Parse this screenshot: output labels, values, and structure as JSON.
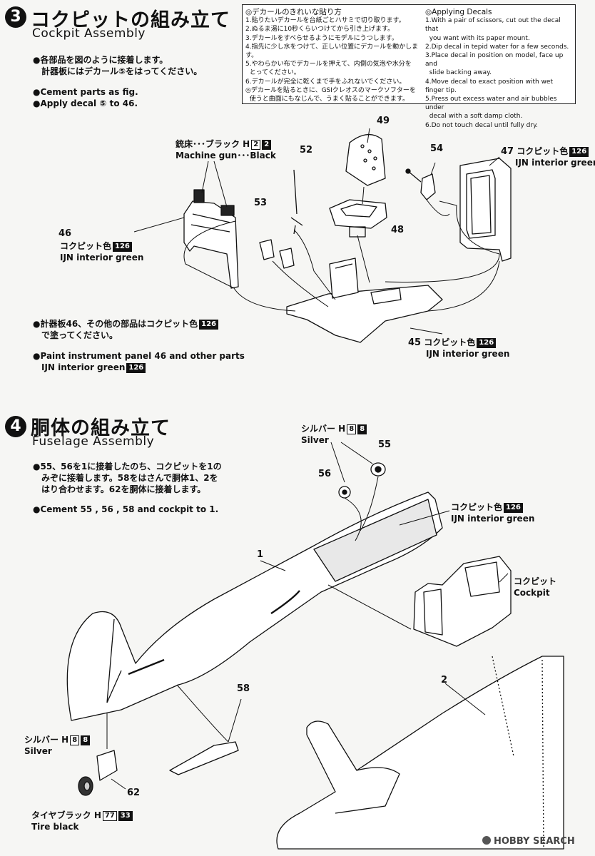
{
  "step3": {
    "number": "3",
    "title_jp": "コクピットの組み立て",
    "title_en": "Cockpit Assembly",
    "inst_jp_1": "●各部品を図のように接着します。",
    "inst_jp_2": "計器板にはデカール⑤をはってください。",
    "inst_en_1": "●Cement parts as fig.",
    "inst_en_2": "●Apply decal ⑤ to 46.",
    "paint_jp_1": "●計器板46、その他の部品はコクピット色",
    "paint_jp_2": "で塗ってください。",
    "paint_en_1": "●Paint instrument panel 46 and other parts",
    "paint_en_2": "IJN interior green",
    "paint_code": "126"
  },
  "decal_box": {
    "jp_title": "◎デカールのきれいな貼り方",
    "jp_lines": [
      "1.貼りたいデカールを台紙ごとハサミで切り取ります。",
      "2.ぬるま湯に10秒くらいつけてから引き上げます。",
      "3.デカールをすべらせるようにモデルにうつします。",
      "4.指先に少し水をつけて、正しい位置にデカールを動かします。",
      "5.やわらかい布でデカールを押えて、内側の気泡や水分を",
      "  とってください。",
      "6.デカールが完全に乾くまで手をふれないでください。",
      "◎デカールを貼るときに、GSIクレオスのマークソフターを",
      "  使うと曲面にもなじんで、うまく貼ることができます。"
    ],
    "en_title": "◎Applying Decals",
    "en_lines": [
      "1.With a pair of scissors, cut out the decal that",
      "  you want with its paper mount.",
      "2.Dip decal in tepid water for a few seconds.",
      "3.Place decal in position on model, face up and",
      "  slide backing away.",
      "4.Move decal to exact position with wet finger tip.",
      "5.Press out excess water and air bubbles under",
      "  decal with a soft damp cloth.",
      "6.Do not touch decal until fully dry."
    ]
  },
  "step3_labels": {
    "mg_jp": "銃床･･･ブラック H",
    "mg_en": "Machine gun･･･Black",
    "mg_code_a": "2",
    "mg_code_b": "2",
    "p46": "46",
    "p46_jp": "コクピット色",
    "p46_code": "126",
    "p46_en": "IJN interior green",
    "p47": "47",
    "p47_jp": "コクピット色",
    "p47_code": "126",
    "p47_en": "IJN interior green",
    "p45": "45",
    "p45_jp": "コクピット色",
    "p45_code": "126",
    "p45_en": "IJN interior green",
    "p48": "48",
    "p49": "49",
    "p52": "52",
    "p53": "53",
    "p54": "54"
  },
  "step4": {
    "number": "4",
    "title_jp": "胴体の組み立て",
    "title_en": "Fuselage Assembly",
    "inst_jp_1": "●55、56を1に接着したのち、コクピットを1の",
    "inst_jp_2": "みぞに接着します。58をはさんで胴体1、2を",
    "inst_jp_3": "はり合わせます。62を胴体に接着します。",
    "inst_en": "●Cement 55 , 56 , 58 and cockpit to 1."
  },
  "step4_labels": {
    "silver_jp": "シルバー H",
    "silver_en": "Silver",
    "silver_code_a": "8",
    "silver_code_b": "8",
    "p55": "55",
    "p56": "56",
    "cockpit_color_jp": "コクピット色",
    "cockpit_color_code": "126",
    "cockpit_color_en": "IJN interior green",
    "cockpit_jp": "コクピット",
    "cockpit_en": "Cockpit",
    "p1": "1",
    "p2": "2",
    "p58": "58",
    "p62": "62",
    "silver2_jp": "シルバー H",
    "silver2_en": "Silver",
    "silver2_code_a": "8",
    "silver2_code_b": "8",
    "tire_jp": "タイヤブラック H",
    "tire_en": "Tire black",
    "tire_code_a": "77",
    "tire_code_b": "33"
  },
  "watermark": "HOBBY SEARCH"
}
